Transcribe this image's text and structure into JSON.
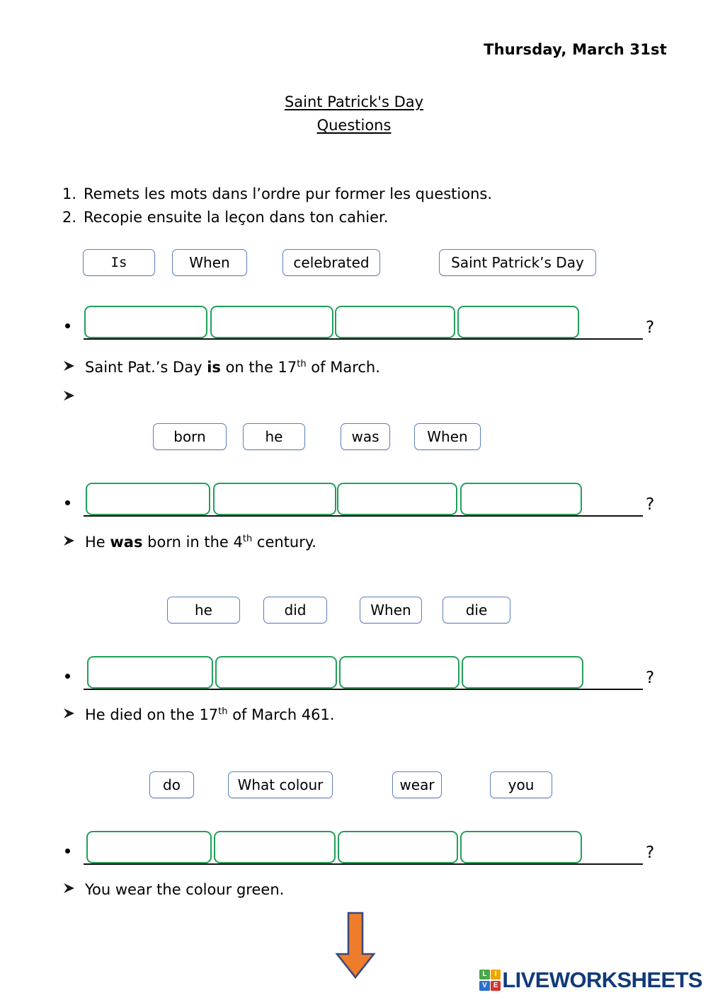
{
  "document": {
    "date": "Thursday, March 31st",
    "title_line_1": "Saint Patrick's Day",
    "title_line_2": "Questions"
  },
  "instructions": [
    {
      "number": "1.",
      "text": "Remets les mots dans l’ordre pur former les questions."
    },
    {
      "number": "2.",
      "text": "Recopie ensuite la leçon dans ton cahier."
    }
  ],
  "exercises": [
    {
      "tiles": [
        "Is",
        "When",
        "celebrated",
        "Saint Patrick’s Day"
      ],
      "question_mark": "?",
      "answer_prefix": "Saint Pat.’s Day ",
      "answer_bold": "is",
      "answer_middle": " on the 17",
      "answer_sup": "th",
      "answer_suffix": " of March."
    },
    {
      "tiles": [
        "born",
        "he",
        "was",
        "When"
      ],
      "question_mark": "?",
      "answer_prefix": "He ",
      "answer_bold": "was",
      "answer_middle": " born in the 4",
      "answer_sup": "th",
      "answer_suffix": " century."
    },
    {
      "tiles": [
        "he",
        "did",
        "When",
        "die"
      ],
      "question_mark": "?",
      "answer_prefix": "He died on the 17",
      "answer_bold": "",
      "answer_middle": "",
      "answer_sup": "th",
      "answer_suffix": " of March 461."
    },
    {
      "tiles": [
        "do",
        "What colour",
        "wear",
        "you"
      ],
      "question_mark": "?",
      "answer_prefix": "You wear the colour green.",
      "answer_bold": "",
      "answer_middle": "",
      "answer_sup": "",
      "answer_suffix": ""
    }
  ],
  "logo": {
    "letters": [
      "L",
      "I",
      "V",
      "E"
    ],
    "letter_colors": [
      "#4aa64a",
      "#f0a400",
      "#2a6fc9",
      "#d9312b"
    ],
    "wordmark": "LIVEWORKSHEETS",
    "wordmark_color": "#123a7a"
  },
  "colors": {
    "tile_border": "#5f7fbf",
    "dropbox_border": "#21a05a",
    "rule": "#111111",
    "arrow_fill": "#ee7d2b",
    "arrow_stroke": "#3b4a7a"
  }
}
